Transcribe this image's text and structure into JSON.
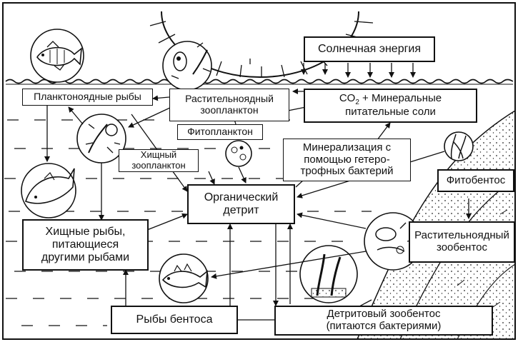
{
  "labels": {
    "solar_energy": [
      "Солнечная энергия"
    ],
    "plankton_fish": [
      "Планктоноядные рыбы"
    ],
    "herb_zooplankton": [
      "Растительноядный",
      "зоопланктон"
    ],
    "co2_minerals": [
      "CO",
      "2",
      " + Минеральные",
      "питательные соли"
    ],
    "phytoplankton": [
      "Фитопланктон"
    ],
    "predatory_zooplankton": [
      "Хищный",
      "зоопланктон"
    ],
    "mineralization": [
      "Минерализация с",
      "помощью гетеро-",
      "трофных бактерий"
    ],
    "phytobenthos": [
      "Фитобентос"
    ],
    "organic_detritus": [
      "Органический",
      "детрит"
    ],
    "predatory_fish": [
      "Хищные рыбы,",
      "питающиеся",
      "другими рыбами"
    ],
    "herb_zoobenthos": [
      "Растительноядный",
      "зообентос"
    ],
    "benthic_fish": [
      "Рыбы бентоса"
    ],
    "detritus_zoobenthos": [
      "Детритовый зообентос",
      "(питаются бактериями)"
    ]
  },
  "colors": {
    "ink": "#111111",
    "paper": "#ffffff"
  }
}
